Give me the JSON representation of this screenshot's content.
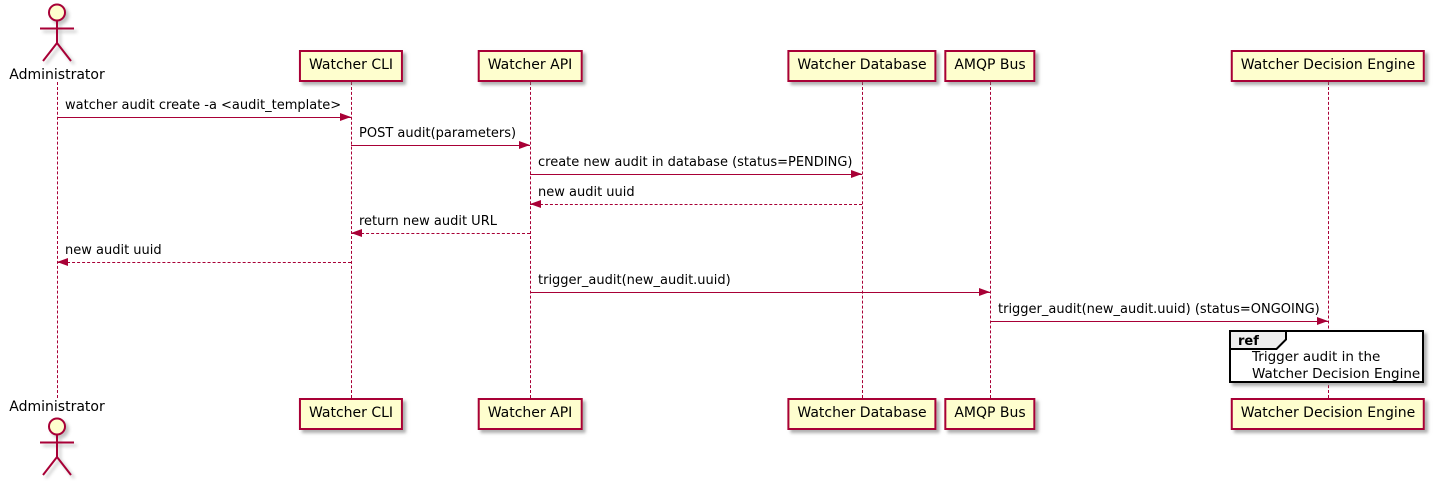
{
  "diagram": {
    "type": "sequence",
    "participants": [
      {
        "id": "administrator",
        "label": "Administrator",
        "kind": "actor"
      },
      {
        "id": "watcher-cli",
        "label": "Watcher CLI",
        "kind": "participant"
      },
      {
        "id": "watcher-api",
        "label": "Watcher API",
        "kind": "participant"
      },
      {
        "id": "watcher-database",
        "label": "Watcher Database",
        "kind": "participant"
      },
      {
        "id": "amqp-bus",
        "label": "AMQP Bus",
        "kind": "participant"
      },
      {
        "id": "watcher-decision-engine",
        "label": "Watcher Decision Engine",
        "kind": "participant"
      }
    ],
    "messages": [
      {
        "text": "watcher audit create -a <audit_template>",
        "from": "administrator",
        "to": "watcher-cli",
        "line": "solid"
      },
      {
        "text": "POST audit(parameters)",
        "from": "watcher-cli",
        "to": "watcher-api",
        "line": "solid"
      },
      {
        "text": "create new audit in database (status=PENDING)",
        "from": "watcher-api",
        "to": "watcher-database",
        "line": "solid"
      },
      {
        "text": "new audit uuid",
        "from": "watcher-database",
        "to": "watcher-api",
        "line": "dashed"
      },
      {
        "text": "return new audit URL",
        "from": "watcher-api",
        "to": "watcher-cli",
        "line": "dashed"
      },
      {
        "text": "new audit uuid",
        "from": "watcher-cli",
        "to": "administrator",
        "line": "dashed"
      },
      {
        "text": "trigger_audit(new_audit.uuid)",
        "from": "watcher-api",
        "to": "amqp-bus",
        "line": "solid"
      },
      {
        "text": "trigger_audit(new_audit.uuid) (status=ONGOING)",
        "from": "amqp-bus",
        "to": "watcher-decision-engine",
        "line": "solid"
      }
    ],
    "ref_fragment": {
      "keyword": "ref",
      "lines": [
        "Trigger audit in the",
        "Watcher Decision Engine"
      ],
      "over": "watcher-decision-engine"
    },
    "colors": {
      "participant_fill": "#FEFECE",
      "participant_border": "#A80036",
      "lifeline": "#A80036",
      "arrow": "#A80036",
      "text": "#000000",
      "ref_border": "#000000",
      "ref_header_fill": "#EEEEEE",
      "background": "#FFFFFF"
    }
  }
}
